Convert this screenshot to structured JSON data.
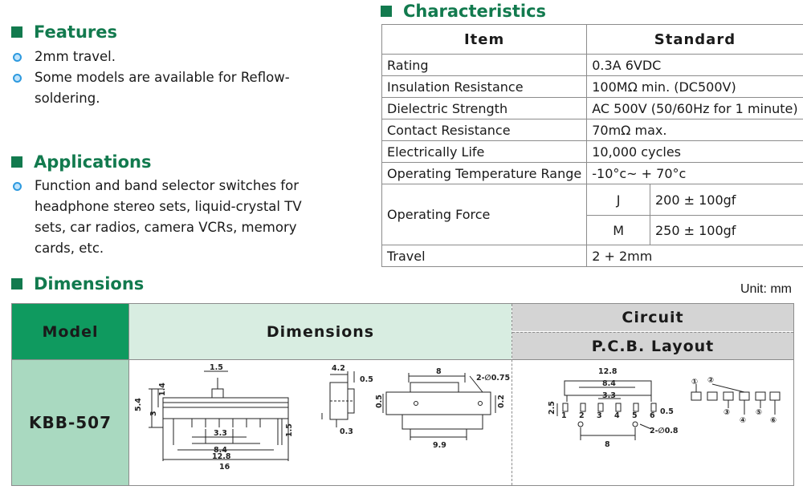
{
  "features": {
    "title": "Features",
    "items": [
      "2mm travel.",
      "Some models are available for Reflow-",
      "soldering."
    ]
  },
  "applications": {
    "title": "Applications",
    "lines": [
      "Function and band selector switches for",
      "headphone stereo sets, liquid-crystal TV",
      "sets, car radios, camera VCRs, memory",
      "cards, etc."
    ]
  },
  "characteristics": {
    "title": "Characteristics",
    "header": [
      "Item",
      "Standard"
    ],
    "rows": [
      {
        "item": "Rating",
        "standard": "0.3A 6VDC"
      },
      {
        "item": "Insulation Resistance",
        "standard": "100MΩ min. (DC500V)"
      },
      {
        "item": "Dielectric Strength",
        "standard": "AC 500V (50/60Hz for 1 minute)"
      },
      {
        "item": "Contact Resistance",
        "standard": "70mΩ max."
      },
      {
        "item": "Electrically Life",
        "standard": "10,000 cycles"
      },
      {
        "item": "Operating Temperature Range",
        "standard": "-10°c~ + 70°c"
      }
    ],
    "operating_force": {
      "item": "Operating Force",
      "j_label": "J",
      "j_value": "200 ± 100gf",
      "m_label": "M",
      "m_value": "250 ± 100gf"
    },
    "travel": {
      "item": "Travel",
      "standard": "2 + 2mm"
    }
  },
  "dimensions": {
    "title": "Dimensions",
    "unit": "Unit: mm",
    "col_model": "Model",
    "col_dimensions": "Dimensions",
    "col_circuit": "Circuit",
    "col_pcb": "P.C.B. Layout",
    "model": "KBB-507",
    "labels": {
      "d1_5": "1.5",
      "d1_4": "1.4",
      "d3": "3",
      "d5_4": "5.4",
      "d3_3": "3.3",
      "d8_4": "8.4",
      "d12_8": "12.8",
      "d16": "16",
      "d1_5b": "1.5",
      "d4_2": "4.2",
      "d0_5": "0.5",
      "d0_3": "0.3",
      "d8": "8",
      "d2_075": "2-∅0.75",
      "d0_5b": "0.5",
      "d0_2": "0.2",
      "d9_9": "9.9",
      "p12_8": "12.8",
      "p8_4": "8.4",
      "p3_3": "3.3",
      "p2_5": "2.5",
      "p0_5": "0.5",
      "p8": "8",
      "p2_08": "2-∅0.8",
      "pins": [
        "1",
        "2",
        "3",
        "4",
        "5",
        "6"
      ],
      "circuit_nums": [
        "①",
        "②",
        "③",
        "④",
        "⑤",
        "⑥"
      ]
    }
  }
}
